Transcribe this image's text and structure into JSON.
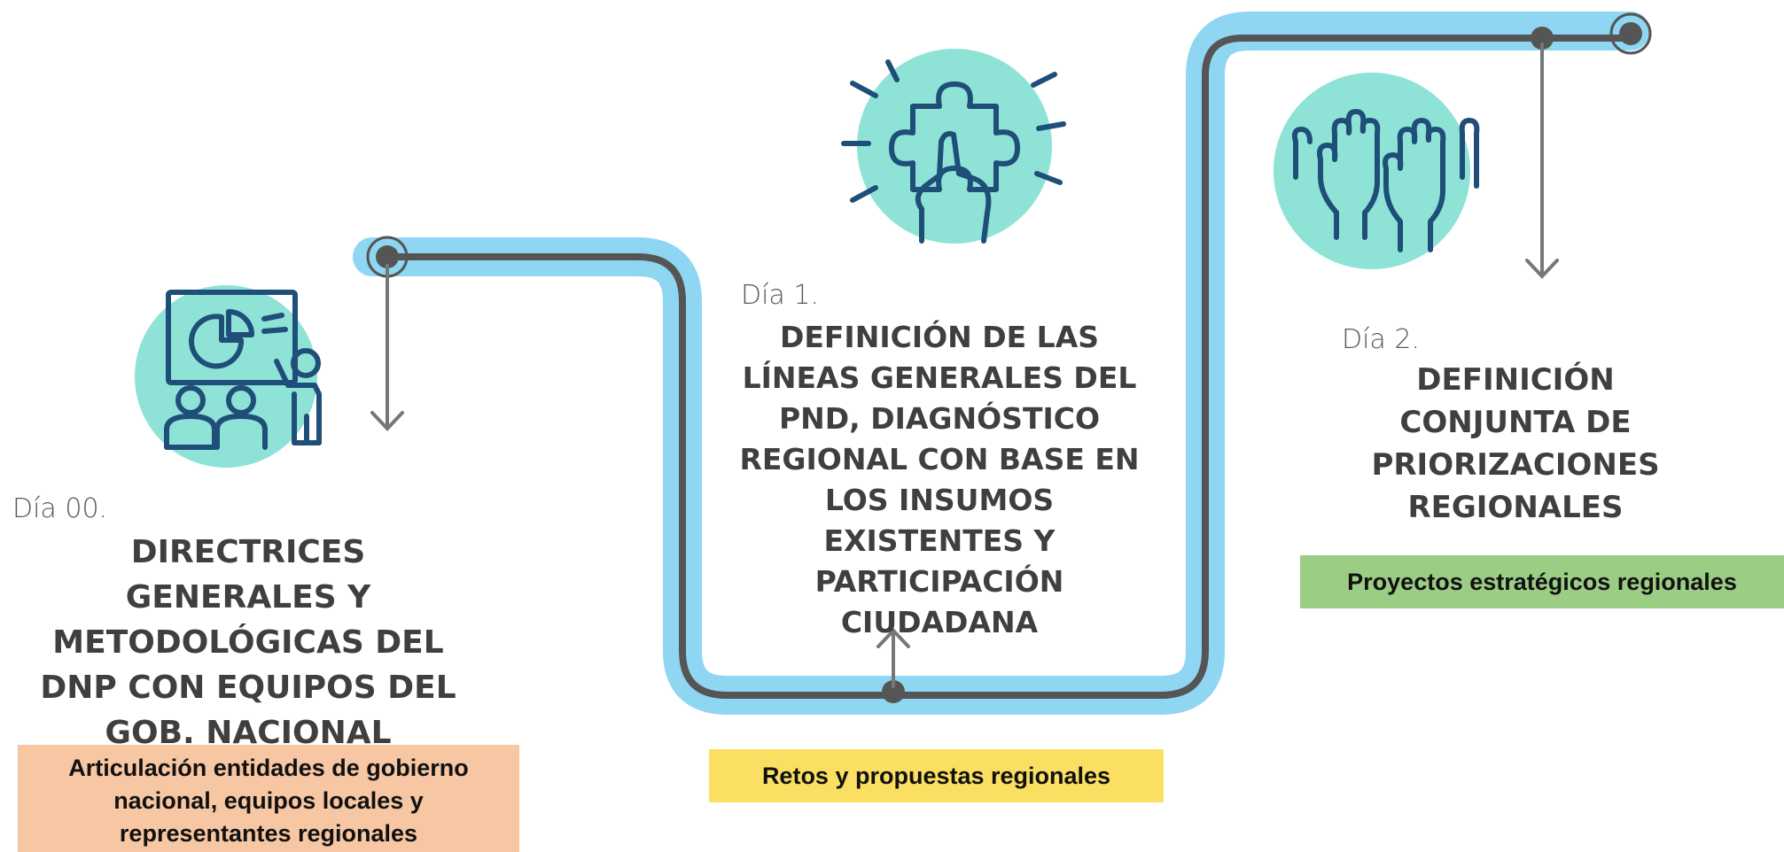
{
  "stages": [
    {
      "day": "Día 00.",
      "title_lines": [
        "DIRECTRICES",
        "GENERALES Y",
        "METODOLÓGICAS DEL",
        "DNP CON EQUIPOS DEL",
        "GOB. NACIONAL"
      ],
      "badge_lines": [
        "Articulación entidades de gobierno",
        "nacional, equipos locales y",
        "representantes regionales"
      ],
      "badge_color": "#f7c6a3",
      "icon": "presentation-icon"
    },
    {
      "day": "Día 1.",
      "title_lines": [
        "DEFINICIÓN DE LAS",
        "LÍNEAS GENERALES DEL",
        "PND, DIAGNÓSTICO",
        "REGIONAL CON BASE EN",
        "LOS INSUMOS",
        "EXISTENTES Y",
        "PARTICIPACIÓN",
        "CIUDADANA"
      ],
      "badge_lines": [
        "Retos y propuestas regionales"
      ],
      "badge_color": "#fbdf62",
      "icon": "puzzle-hand-icon"
    },
    {
      "day": "Día 2.",
      "title_lines": [
        "DEFINICIÓN",
        "CONJUNTA DE",
        "PRIORIZACIONES",
        "REGIONALES"
      ],
      "badge_lines": [
        "Proyectos estratégicos regionales"
      ],
      "badge_color": "#9ccd84",
      "icon": "raised-hands-icon"
    }
  ],
  "colors": {
    "path_outer": "#8fd6f2",
    "path_inner": "#555555",
    "icon_circle": "#8ee3d6",
    "icon_stroke": "#1f4e79",
    "title": "#3f3f3f"
  }
}
